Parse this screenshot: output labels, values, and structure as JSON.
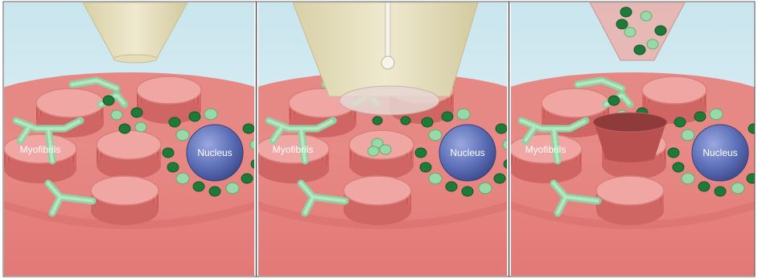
{
  "figure": {
    "panels": [
      {
        "id": "panel-1",
        "labels": {
          "myofibrils": "Myofibrils",
          "nucleus": "Nucleus"
        },
        "probe": "pipette-tip-approaching"
      },
      {
        "id": "panel-2",
        "labels": {
          "myofibrils": "Myofibrils",
          "nucleus": "Nucleus"
        },
        "probe": "pipette-sealed-with-stylus"
      },
      {
        "id": "panel-3",
        "labels": {
          "myofibrils": "Myofibrils",
          "nucleus": "Nucleus"
        },
        "probe": "pipette-retracted-with-mitochondria"
      }
    ],
    "colors": {
      "background": "#dbeef3",
      "tissue": "#e4837f",
      "tissue_dark": "#c6605f",
      "fibril_top": "#f0a6a3",
      "mitochondria_dark": "#1f7a3a",
      "mitochondria_light": "#9ad7a9",
      "nucleus": "#5c6fb7",
      "pipette": "#e7e0bf"
    }
  }
}
